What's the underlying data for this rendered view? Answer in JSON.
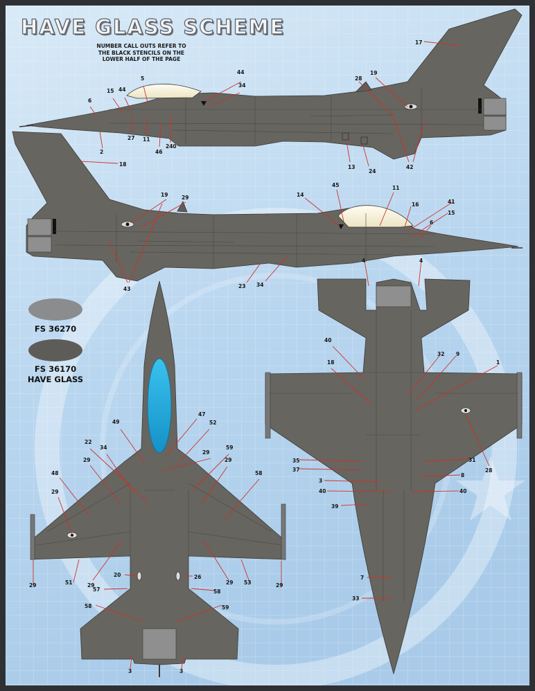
{
  "title": "HAVE GLASS SCHEME",
  "note": "NUMBER CALL OUTS REFER TO\nTHE BLACK STENCILS ON THE\nLOWER HALF OF THE  PAGE",
  "swatches": [
    {
      "name": "FS 36270",
      "sub": "",
      "color": "#8b8c8e"
    },
    {
      "name": "FS 36170",
      "sub": "HAVE GLASS",
      "color": "#5e5c59"
    }
  ],
  "colors": {
    "sheet_background": "#cfe3f5",
    "aircraft_gray": "#67655f",
    "canopy_tint": "#1aa6d8",
    "leader_lines": "#d0302a"
  },
  "callouts": {
    "side_right": [
      "44",
      "34",
      "5",
      "44",
      "15",
      "6",
      "27",
      "11",
      "46",
      "240",
      "2",
      "28",
      "19",
      "17",
      "13",
      "24",
      "42"
    ],
    "side_left": [
      "18",
      "19",
      "29",
      "43",
      "45",
      "14",
      "11",
      "16",
      "41",
      "15",
      "6",
      "23",
      "34"
    ],
    "top": [
      "47",
      "49",
      "52",
      "22",
      "34",
      "29",
      "59",
      "29",
      "48",
      "29",
      "58",
      "29",
      "29",
      "20",
      "26",
      "57",
      "58",
      "58",
      "59",
      "51",
      "29",
      "29",
      "53",
      "29",
      "3",
      "3"
    ],
    "bottom": [
      "4",
      "4",
      "40",
      "32",
      "9",
      "1",
      "18",
      "28",
      "35",
      "37",
      "31",
      "3",
      "8",
      "40",
      "40",
      "39",
      "7",
      "33"
    ]
  }
}
